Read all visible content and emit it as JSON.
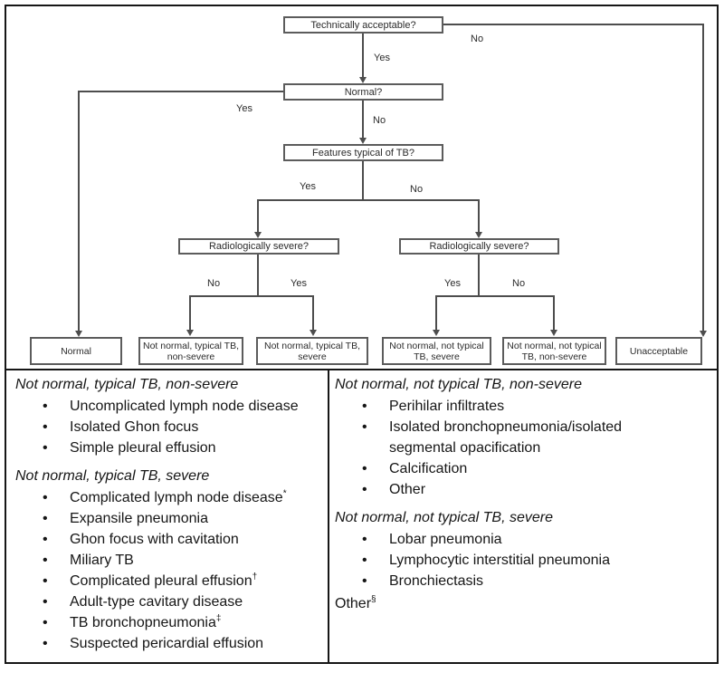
{
  "colors": {
    "background": "#ffffff",
    "frame_border": "#161616",
    "box_border": "#5c5c5c",
    "line": "#4d4d4d",
    "text": "#1f1f1f"
  },
  "flowchart": {
    "nodes": {
      "q_technical": "Technically acceptable?",
      "q_normal": "Normal?",
      "q_features": "Features typical of TB?",
      "q_rad_severe_left": "Radiologically severe?",
      "q_rad_severe_right": "Radiologically severe?",
      "out_normal": "Normal",
      "out_typical_nonsevere": "Not normal, typical TB, non-severe",
      "out_typical_severe": "Not normal, typical TB, severe",
      "out_not_typical_severe": "Not normal, not typical TB, severe",
      "out_not_typical_nonsevere": "Not normal, not typical TB, non-severe",
      "out_unacceptable": "Unacceptable"
    },
    "edge_labels": {
      "ta_yes": "Yes",
      "ta_no": "No",
      "n_yes": "Yes",
      "n_no": "No",
      "f_yes": "Yes",
      "f_no": "No",
      "rl_no": "No",
      "rl_yes": "Yes",
      "rr_yes": "Yes",
      "rr_no": "No"
    }
  },
  "legend": {
    "bullet": "•",
    "left": {
      "sections": [
        {
          "title": "Not normal, typical TB, non-severe",
          "items": [
            {
              "t": "Uncomplicated lymph node disease",
              "sup": ""
            },
            {
              "t": "Isolated Ghon focus",
              "sup": ""
            },
            {
              "t": "Simple pleural effusion",
              "sup": ""
            }
          ]
        },
        {
          "title": "Not normal, typical TB, severe",
          "items": [
            {
              "t": "Complicated lymph node disease",
              "sup": "*"
            },
            {
              "t": "Expansile pneumonia",
              "sup": ""
            },
            {
              "t": "Ghon focus with cavitation",
              "sup": ""
            },
            {
              "t": "Miliary TB",
              "sup": ""
            },
            {
              "t": "Complicated pleural effusion",
              "sup": "†"
            },
            {
              "t": "Adult-type cavitary disease",
              "sup": ""
            },
            {
              "t": "TB bronchopneumonia",
              "sup": "‡"
            },
            {
              "t": "Suspected pericardial effusion",
              "sup": ""
            }
          ]
        }
      ]
    },
    "right": {
      "sections": [
        {
          "title": "Not normal, not typical TB, non-severe",
          "items": [
            {
              "t": "Perihilar infiltrates",
              "sup": ""
            },
            {
              "t": "Isolated bronchopneumonia/isolated segmental opacification",
              "sup": ""
            },
            {
              "t": "Calcification",
              "sup": ""
            },
            {
              "t": "Other",
              "sup": ""
            }
          ]
        },
        {
          "title": "Not normal, not typical TB, severe",
          "items": [
            {
              "t": "Lobar pneumonia",
              "sup": ""
            },
            {
              "t": "Lymphocytic interstitial pneumonia",
              "sup": ""
            },
            {
              "t": "Bronchiectasis",
              "sup": ""
            }
          ]
        }
      ],
      "footer": {
        "t": "Other",
        "sup": "§"
      }
    }
  }
}
